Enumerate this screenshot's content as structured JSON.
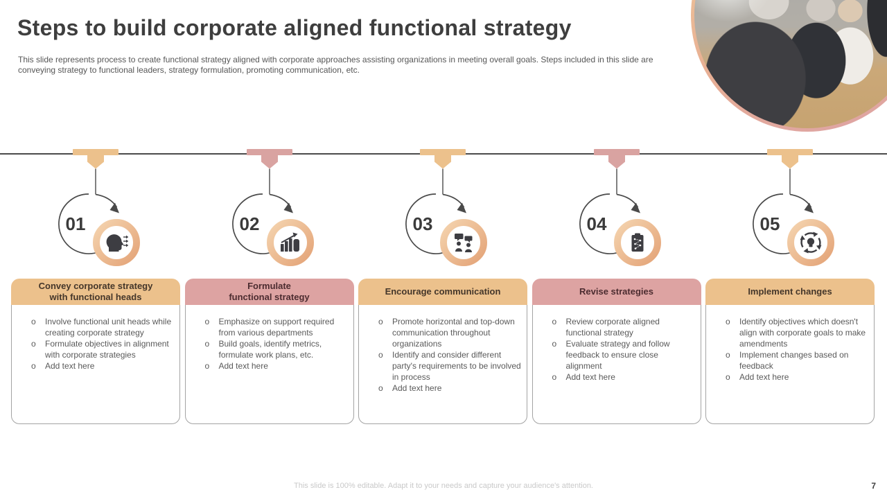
{
  "slide": {
    "title": "Steps to build corporate aligned functional strategy",
    "subtitle": "This slide represents process to create functional strategy aligned with corporate approaches assisting organizations in meeting overall goals. Steps included in this slide are conveying strategy to functional leaders, strategy formulation, promoting communication, etc.",
    "footer_note": "This slide is 100% editable. Adapt it to your needs and capture your audience's attention.",
    "page_number": "7"
  },
  "colors": {
    "accent_tan": "#ecc18c",
    "accent_pink": "#d9a3a1",
    "ring_gradient_start": "#f4d3ae",
    "ring_gradient_end": "#e4a478",
    "line": "#4a4a4a",
    "body_text": "#595959",
    "title_text": "#3e3e3e"
  },
  "steps": [
    {
      "number": "01",
      "accent": "tan",
      "icon": "idea-head-icon",
      "title": "Convey corporate strategy\nwith functional heads",
      "bullets": [
        "Involve functional unit heads while creating corporate strategy",
        "Formulate objectives in alignment with corporate strategies",
        "Add text here"
      ]
    },
    {
      "number": "02",
      "accent": "pink",
      "icon": "growth-chart-icon",
      "title": "Formulate\nfunctional strategy",
      "bullets": [
        "Emphasize on support required from various departments",
        "Build goals, identify metrics, formulate work plans, etc.",
        "Add text here"
      ]
    },
    {
      "number": "03",
      "accent": "tan",
      "icon": "communication-icon",
      "title": "Encourage communication",
      "bullets": [
        "Promote horizontal and top-down communication throughout organizations",
        "Identify and consider different party's requirements to be involved in process",
        "Add text here"
      ]
    },
    {
      "number": "04",
      "accent": "pink",
      "icon": "strategy-clipboard-icon",
      "title": "Revise strategies",
      "bullets": [
        "Review corporate aligned functional strategy",
        "Evaluate strategy and follow feedback to ensure close alignment",
        "Add text here"
      ]
    },
    {
      "number": "05",
      "accent": "tan",
      "icon": "implement-cycle-icon",
      "title": "Implement changes",
      "bullets": [
        "Identify objectives which doesn't align with corporate goals to make amendments",
        "Implement changes based on feedback",
        "Add text here"
      ]
    }
  ]
}
